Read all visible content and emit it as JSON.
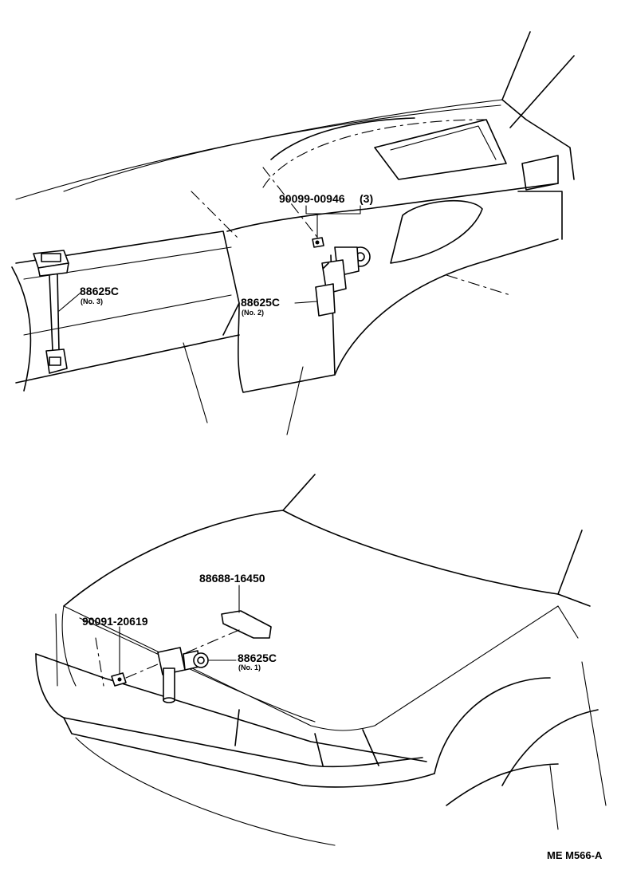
{
  "labels": {
    "bolt_rear": "90099-00946",
    "bolt_rear_qty": "(3)",
    "sensor_no3": "88625C",
    "sensor_no3_sub": "(No. 3)",
    "sensor_no2": "88625C",
    "sensor_no2_sub": "(No. 2)",
    "bracket": "88688-16450",
    "bolt_front": "90091-20619",
    "sensor_no1": "88625C",
    "sensor_no1_sub": "(No. 1)"
  },
  "drawing_code": "ME M566-A"
}
